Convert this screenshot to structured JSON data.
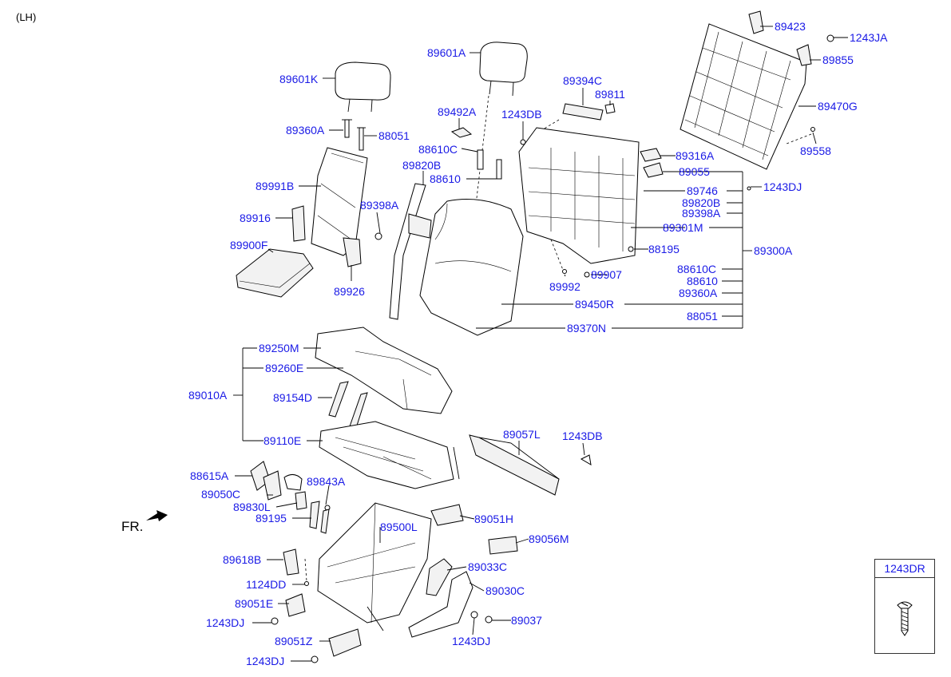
{
  "side_label": "(LH)",
  "front_label": "FR.",
  "legend": {
    "title": "1243DR"
  },
  "labels": {
    "l89601K": "89601K",
    "l89360A_a": "89360A",
    "l88051_a": "88051",
    "l89991B": "89991B",
    "l89916": "89916",
    "l89398A_a": "89398A",
    "l89900F": "89900F",
    "l89926": "89926",
    "l89601A": "89601A",
    "l89492A": "89492A",
    "l88610C_a": "88610C",
    "l89820B_a": "89820B",
    "l88610_a": "88610",
    "l1243DB_a": "1243DB",
    "l89394C": "89394C",
    "l89811": "89811",
    "l89423": "89423",
    "l1243JA": "1243JA",
    "l89855": "89855",
    "l89470G": "89470G",
    "l89558": "89558",
    "l89316A": "89316A",
    "l89055": "89055",
    "l1243DJ_a": "1243DJ",
    "l89746": "89746",
    "l89820B_b": "89820B",
    "l89398A_b": "89398A",
    "l89301M": "89301M",
    "l88195": "88195",
    "l89300A": "89300A",
    "l89992": "89992",
    "l89907": "89907",
    "l88610C_b": "88610C",
    "l88610_b": "88610",
    "l89360A_b": "89360A",
    "l89450R": "89450R",
    "l88051_b": "88051",
    "l89370N": "89370N",
    "l89250M": "89250M",
    "l89260E": "89260E",
    "l89010A": "89010A",
    "l89154D": "89154D",
    "l89110E": "89110E",
    "l89057L": "89057L",
    "l1243DB_b": "1243DB",
    "l88615A": "88615A",
    "l89050C": "89050C",
    "l89843A": "89843A",
    "l89830L": "89830L",
    "l89195": "89195",
    "l89500L": "89500L",
    "l89051H": "89051H",
    "l89056M": "89056M",
    "l89618B": "89618B",
    "l1124DD": "1124DD",
    "l89033C": "89033C",
    "l89051E": "89051E",
    "l89030C": "89030C",
    "l1243DJ_b": "1243DJ",
    "l89037": "89037",
    "l1243DJ_c": "1243DJ",
    "l89051Z": "89051Z",
    "l1243DJ_d": "1243DJ"
  }
}
